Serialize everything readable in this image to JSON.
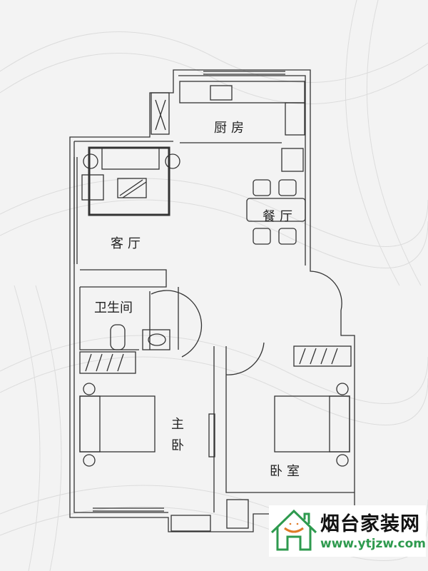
{
  "rooms": {
    "kitchen": "厨房",
    "dining": "餐厅",
    "living": "客厅",
    "bathroom": "卫生间",
    "master_bedroom_1": "主",
    "master_bedroom_2": "卧",
    "bedroom": "卧室"
  },
  "logo": {
    "title": "烟台家装网",
    "url": "www.ytjzw.com"
  },
  "colors": {
    "wall": "#333333",
    "brand_green": "#2e9a4e",
    "smile": "#e07b28"
  }
}
